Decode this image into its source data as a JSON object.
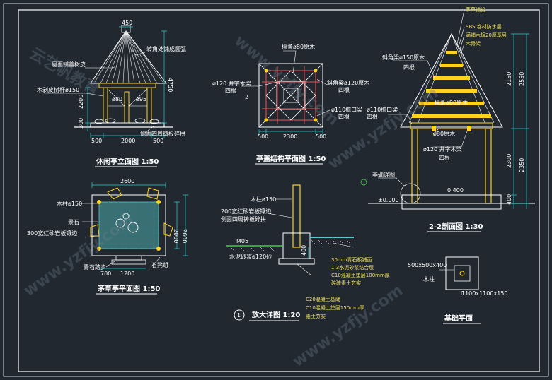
{
  "colors": {
    "background": "#212830",
    "line": "#ffffff",
    "dimension": "#22d3d3",
    "member": "#ffd21e",
    "beam": "#ff4d4d",
    "hatch": "#58c8c8",
    "ground": "#3bd13b"
  },
  "elevation": {
    "title": "休闲亭立面图 1:50",
    "labels": {
      "roof_bark": "屋面铺盖树皮",
      "corner_tie": "转角处铺成圆弧",
      "bark_column": "木剥皮树杆ø150",
      "d80": "ø80",
      "d95": "ø95",
      "side_plate": "侧面四周铸板碎拼"
    },
    "dims": {
      "top": "450",
      "height_roof": "4750",
      "height_col": "2200",
      "base": "300",
      "left": "500",
      "mid": "2000",
      "right": "500"
    }
  },
  "roof_plan": {
    "title": "亭盖结构平面图 1:50",
    "labels": {
      "purlin": "檩条ø80原木",
      "cross_beam": "ø120 井字木梁",
      "four_a": "四根",
      "corner_beam": "斜角梁ø120原木",
      "four_b": "四根",
      "eave_beam": "ø110檐口梁",
      "four_c": "四根",
      "marker": "2"
    },
    "dims": {
      "left": "500",
      "mid": "2300",
      "right": "500"
    }
  },
  "section": {
    "title": "2-2剖面图 1:30",
    "layers": [
      "茅草铺设",
      "SBS 卷材防水层",
      "满铺木板20厚基层",
      "木骨架"
    ],
    "labels": {
      "corner_beam": "斜角梁ø150原木",
      "four_a": "四根",
      "purlin": "檩条ø80原木",
      "eave_beam": "ø110檐口梁",
      "four_b": "四根",
      "d80": "ø80原木",
      "cross_beam": "ø120 井字木梁",
      "four_c": "四根",
      "detail": "基础详图",
      "level_0": "±0.000",
      "level_1": "0.400"
    },
    "dims": {
      "h1": "2150",
      "h2": "2550",
      "h3": "2300",
      "h4": "2350",
      "base": "400"
    }
  },
  "floor_plan": {
    "title": "茅草亭平面图 1:50",
    "labels": {
      "column": "木柱ø150",
      "stone": "景石",
      "paving": "300宽红砂岩板镶边",
      "stone_seat": "青石踏步",
      "stone_block": "石凳组"
    },
    "dims": {
      "top": "2600",
      "right_inner": "2000",
      "right_outer": "2600",
      "bottom_a": "700",
      "bottom_b": "1200"
    }
  },
  "detail": {
    "title": "放大详图 1:20",
    "number": "1",
    "labels": {
      "column": "木柱ø150",
      "paving_edge": "200宽红砂岩板镶边",
      "side_plate": "侧面四周铸板碎拼",
      "m": "M05",
      "water": "水泥砂浆ø120砂",
      "l1": "30mm青石板铺面",
      "l2": "1:3水泥砂浆结合层",
      "l3": "C10混凝土垫层100mm厚",
      "l4": "碎砖素土夯实",
      "c20": "C20混凝土基础",
      "c10": "C10混凝土垫层150mm厚",
      "soil": "素土夯实"
    },
    "dims": {
      "h": "400"
    }
  },
  "foundation": {
    "title": "基础平面",
    "labels": {
      "size_top": "500x500x400",
      "column": "木柱",
      "size_bottom": "1100x1100x150"
    }
  },
  "watermark": {
    "text": "www.yzfjy.com",
    "brand": "云艺帆教育"
  }
}
